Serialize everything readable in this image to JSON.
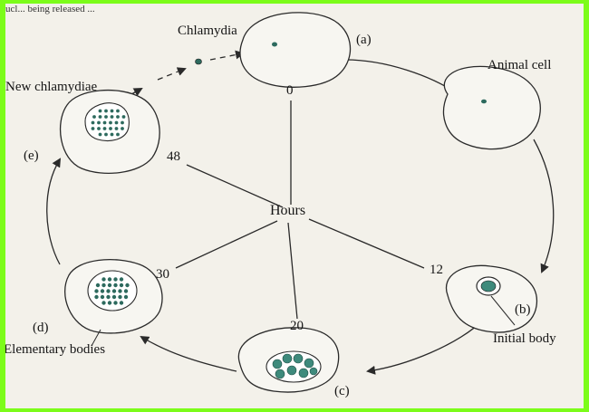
{
  "labels": {
    "chlamydia": "Chlamydia",
    "animal_cell": "Animal cell",
    "new_chlamydiae": "New chlamydiae",
    "elementary_bodies": "Elementary bodies",
    "initial_body": "Initial body",
    "hours": "Hours"
  },
  "stages": {
    "a": "(a)",
    "b": "(b)",
    "c": "(c)",
    "d": "(d)",
    "e": "(e)"
  },
  "hour_ticks": [
    "0",
    "12",
    "20",
    "30",
    "48"
  ],
  "top_fragment": "ucl... being released ..."
}
